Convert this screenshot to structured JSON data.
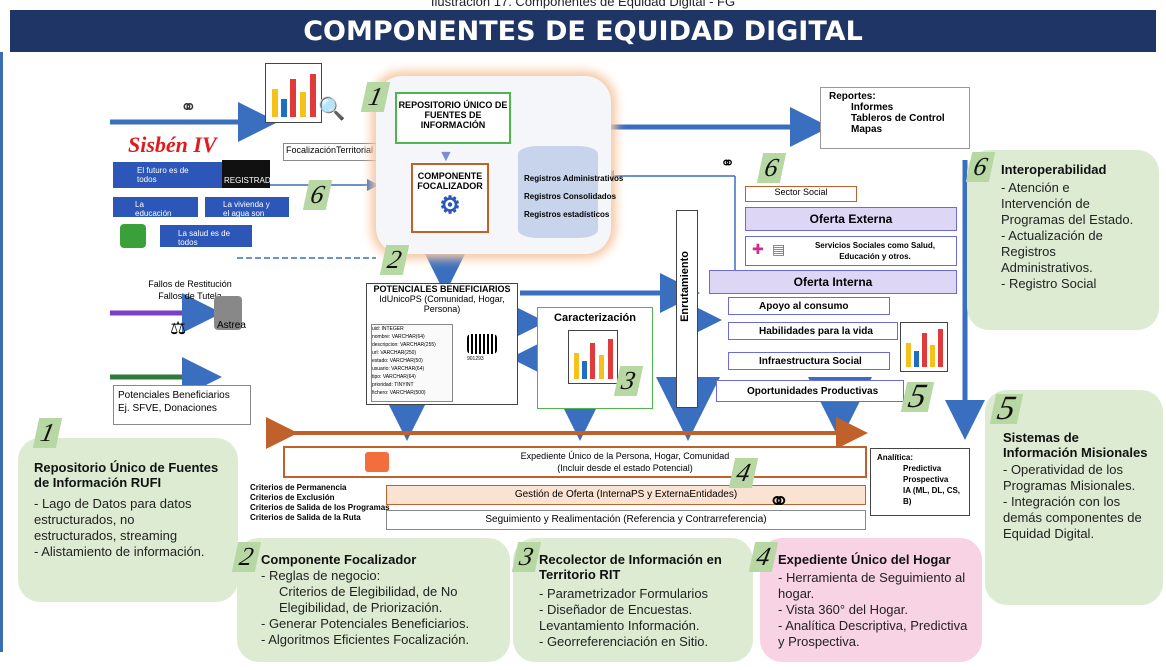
{
  "caption": "Ilustración 17. Componentes de Equidad Digital - FG",
  "banner_title": "COMPONENTES DE EQUIDAD DIGITAL",
  "sources": {
    "sisben": "Sisbén IV",
    "focalizacion": "FocalizaciónTerritorial",
    "fallos_1": "Fallos de Restitución",
    "fallos_2": "Fallos de Tutela",
    "astrea": "Astrea",
    "potenciales_1": "Potenciales Beneficiarios",
    "potenciales_2": "Ej. SFVE, Donaciones",
    "logo_registraduria": "REGISTRADURÍA",
    "logo_1": "El futuro es de todos",
    "logo_2": "La educación es de todos",
    "logo_3": "La vivienda y el agua son de todos",
    "logo_4": "La salud es de todos"
  },
  "core": {
    "repositorio": "REPOSITORIO ÚNICO DE FUENTES DE INFORMACIÓN",
    "componente": "COMPONENTE FOCALIZADOR",
    "reg1": "Registros Administrativos",
    "reg2": "Registros Consolidados",
    "reg3": "Registros estadísticos"
  },
  "reportes": {
    "title": "Reportes:",
    "items": [
      "Informes",
      "Tableros de Control",
      "Mapas"
    ]
  },
  "potenciales_box": {
    "title": "POTENCIALES BENEFICIARIOS",
    "subtitle": "IdUnicoPS (Comunidad, Hogar, Persona)",
    "fields": [
      "uid: INTEGER",
      "nombre: VARCHAR(64)",
      "descripcion: VARCHAR(255)",
      "url: VARCHAR(250)",
      "estado: VARCHAR(50)",
      "usuario: VARCHAR(64)",
      "tipo: VARCHAR(64)",
      "prioridad: TINYINT",
      "fichero: VARCHAR(500)"
    ],
    "barcode": "901293"
  },
  "caracterizacion": "Caracterización",
  "enrutamiento": "Enrutamiento",
  "oferta": {
    "sector": "Sector Social",
    "externa": "Oferta Externa",
    "servicios": "Servicios Sociales como Salud, Educación y otros.",
    "interna": "Oferta Interna",
    "items": [
      "Apoyo al consumo",
      "Habilidades para la vida",
      "Infraestructura Social",
      "Oportunidades Productivas"
    ]
  },
  "expediente": {
    "line1": "Expediente Único de la Persona, Hogar, Comunidad",
    "line2": "(Incluir desde el estado Potencial)",
    "criterios": [
      "Criterios de Permanencia",
      "Criterios de Exclusión",
      "Criterios de Salida de los Programas",
      "Criterios de Salida de la Ruta"
    ],
    "gestion": "Gestión de Oferta (InternaPS y ExternaEntidades)",
    "seguimiento": "Seguimiento y Realimentación (Referencia y Contrarreferencia)"
  },
  "analitica": {
    "title": "Analítica:",
    "items": [
      "Predictiva",
      "Prospectiva",
      "IA (ML, DL, CS, B)"
    ]
  },
  "numbers": [
    "1",
    "2",
    "3",
    "4",
    "5",
    "6"
  ],
  "box_rufi": {
    "title": "Repositorio Único de Fuentes de Información RUFI",
    "items": [
      "- Lago de Datos para datos estructurados, no estructurados, streaming",
      "- Alistamiento de información."
    ]
  },
  "box_focalizador": {
    "title": "Componente Focalizador",
    "items": [
      "- Reglas  de negocio:",
      "Criterios de Elegibilidad, de No Elegibilidad, de Priorización.",
      "-   Generar Potenciales Beneficiarios.",
      "-   Algoritmos Eficientes Focalización."
    ]
  },
  "box_rit": {
    "title": "Recolector de Información en Territorio RIT",
    "items": [
      "-  Parametrizador Formularios",
      "-  Diseñador de Encuestas.",
      "Levantamiento Información.",
      "-  Georreferenciación en Sitio."
    ]
  },
  "box_expediente": {
    "title": "Expediente Único del Hogar",
    "items": [
      "-  Herramienta de Seguimiento al hogar.",
      "-  Vista 360° del Hogar.",
      "-  Analítica Descriptiva, Predictiva y Prospectiva."
    ]
  },
  "box_interop": {
    "title": "Interoperabilidad",
    "items": [
      "-  Atención e Intervención de Programas del Estado.",
      "-  Actualización de Registros Administrativos.",
      "-  Registro Social"
    ]
  },
  "box_sistemas": {
    "title": "Sistemas de Información Misionales",
    "items": [
      "-  Operatividad de los Programas Misionales.",
      "-  Integración con los demás componentes de Equidad Digital."
    ]
  },
  "colors": {
    "banner": "#1f3566",
    "green": "#dcebd2",
    "pink": "#f7d3e4",
    "arrow": "#3a6fbf",
    "orange": "#c0602a"
  }
}
